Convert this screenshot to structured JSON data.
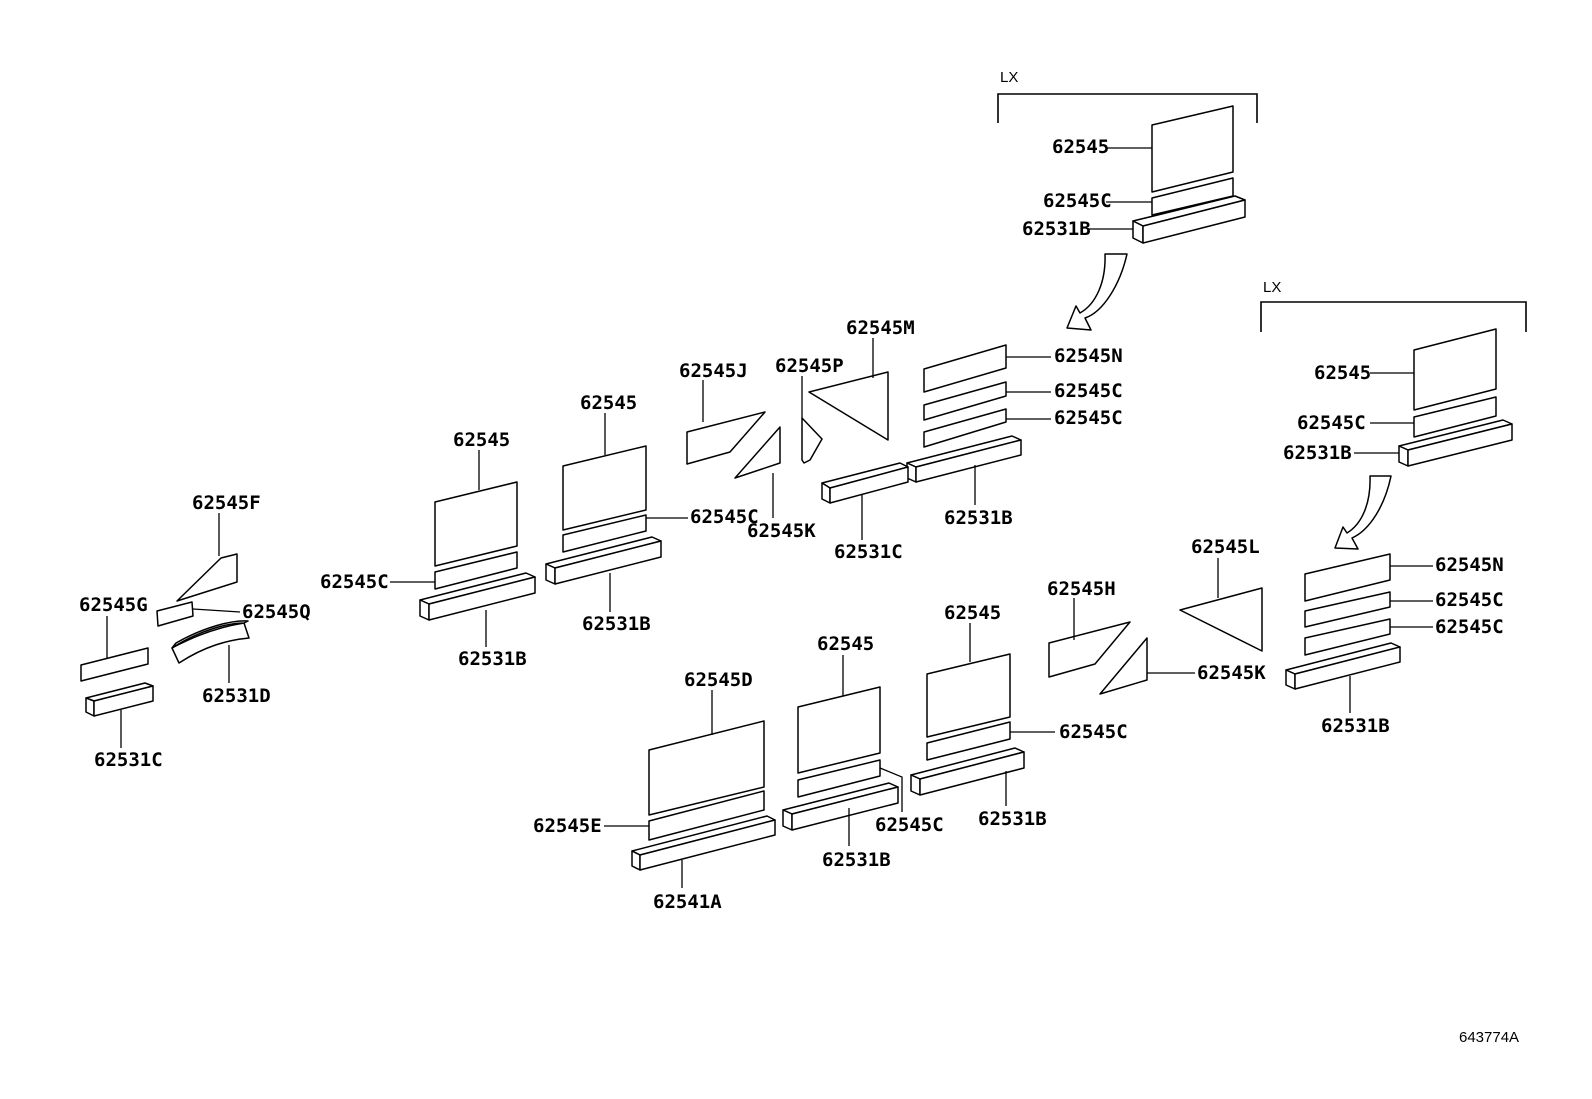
{
  "figure_number": "643774A",
  "group_labels": [
    "LX",
    "LX"
  ],
  "callouts": [
    "62545",
    "62545C",
    "62531B",
    "62545N",
    "62545C",
    "62545C",
    "62531B",
    "62545M",
    "62545P",
    "62531C",
    "62545J",
    "62545K",
    "62545",
    "62545C",
    "62531B",
    "62545",
    "62545C",
    "62531B",
    "62545F",
    "62545G",
    "62545Q",
    "62531D",
    "62531C",
    "62545",
    "62545C",
    "62531B",
    "62545N",
    "62545C",
    "62545C",
    "62531B",
    "62545L",
    "62545H",
    "62545K",
    "62545",
    "62545C",
    "62531B",
    "62545",
    "62545C",
    "62531B",
    "62545D",
    "62545E",
    "62541A"
  ]
}
